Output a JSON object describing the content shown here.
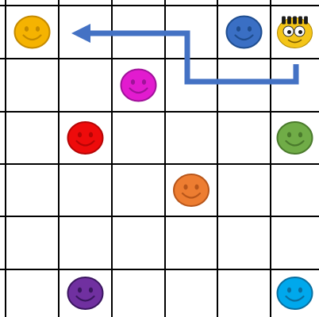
{
  "grid": {
    "rows": 6,
    "cols": 6
  },
  "colors": {
    "grid_line": "#000000",
    "background": "#ffffff",
    "path": "#4472c4"
  },
  "robot": {
    "name": "bee-bot-robot",
    "row": 0,
    "col": 5,
    "body_color": "#f4c518",
    "stripe_color": "#1a1a1a"
  },
  "path": {
    "name": "movement-path-arrow",
    "cells": [
      [
        0,
        5
      ],
      [
        1,
        5
      ],
      [
        1,
        3
      ],
      [
        0,
        3
      ],
      [
        0,
        1
      ]
    ],
    "arrow_at": "end"
  },
  "smileys": [
    {
      "name": "yellow-smiley",
      "row": 0,
      "col": 0,
      "fill": "#f5b301",
      "stroke": "#c48a00",
      "face": "#c48a00"
    },
    {
      "name": "blue-smiley",
      "row": 0,
      "col": 4,
      "fill": "#3a6fc4",
      "stroke": "#1f4d8f",
      "face": "#1f4d8f"
    },
    {
      "name": "magenta-smiley",
      "row": 1,
      "col": 2,
      "fill": "#e21bcf",
      "stroke": "#a0129a",
      "face": "#a0129a"
    },
    {
      "name": "red-smiley",
      "row": 2,
      "col": 1,
      "fill": "#ee0b0b",
      "stroke": "#b50505",
      "face": "#b50505"
    },
    {
      "name": "green-smiley",
      "row": 2,
      "col": 5,
      "fill": "#70ac47",
      "stroke": "#4a7a2c",
      "face": "#4a7a2c"
    },
    {
      "name": "orange-smiley",
      "row": 3,
      "col": 3,
      "fill": "#ed7d31",
      "stroke": "#b8561a",
      "face": "#b8561a"
    },
    {
      "name": "purple-smiley",
      "row": 5,
      "col": 1,
      "fill": "#7030a0",
      "stroke": "#3b1660",
      "face": "#3b1660"
    },
    {
      "name": "light-blue-smiley",
      "row": 5,
      "col": 5,
      "fill": "#00a8ec",
      "stroke": "#0a6fa0",
      "face": "#0a6fa0"
    }
  ]
}
